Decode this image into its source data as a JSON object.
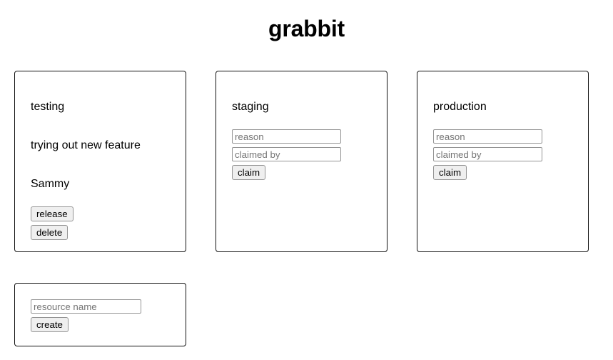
{
  "app": {
    "title": "grabbit"
  },
  "resources": [
    {
      "name": "testing",
      "claimed": true,
      "reason": "trying out new feature",
      "claimed_by": "Sammy",
      "actions": [
        {
          "id": "release",
          "label": "release"
        },
        {
          "id": "delete",
          "label": "delete"
        }
      ]
    },
    {
      "name": "staging",
      "claimed": false,
      "reason_placeholder": "reason",
      "claimed_by_placeholder": "claimed by",
      "reason_value": "",
      "claimed_by_value": "",
      "claim_label": "claim"
    },
    {
      "name": "production",
      "claimed": false,
      "reason_placeholder": "reason",
      "claimed_by_placeholder": "claimed by",
      "reason_value": "",
      "claimed_by_value": "",
      "claim_label": "claim"
    }
  ],
  "create": {
    "name_placeholder": "resource name",
    "name_value": "",
    "button_label": "create"
  },
  "colors": {
    "page_background": "#ffffff",
    "text": "#000000",
    "card_border": "#111111",
    "input_border": "#949494",
    "placeholder_text": "#757575",
    "button_background": "#efefef"
  }
}
